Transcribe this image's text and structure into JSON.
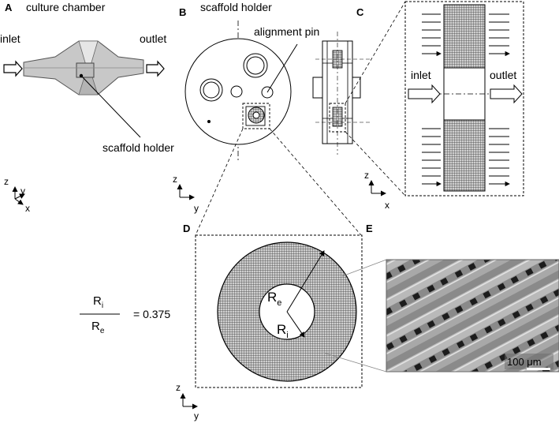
{
  "panels": {
    "a": {
      "letter": "A",
      "title": "culture chamber",
      "inlet": "inlet",
      "outlet": "outlet",
      "holder_label": "scaffold holder"
    },
    "b": {
      "letter": "B",
      "title": "scaffold holder",
      "pin_label": "alignment pin"
    },
    "c": {
      "letter": "C",
      "inlet": "inlet",
      "outlet": "outlet"
    },
    "d": {
      "letter": "D",
      "re_main": "R",
      "re_sub": "e",
      "ri_main": "R",
      "ri_sub": "i"
    },
    "e": {
      "letter": "E",
      "scale_bar": "100 μm"
    }
  },
  "ratio": {
    "num_main": "R",
    "num_sub": "i",
    "den_main": "R",
    "den_sub": "e",
    "value": "= 0.375"
  },
  "axes": {
    "z": "z",
    "y": "y",
    "x": "x"
  },
  "colors": {
    "mesh": "#555555",
    "mesh_bg": "#d9d9d9",
    "chamber": "#c8c8c8",
    "sem": "#6f6f6f"
  }
}
